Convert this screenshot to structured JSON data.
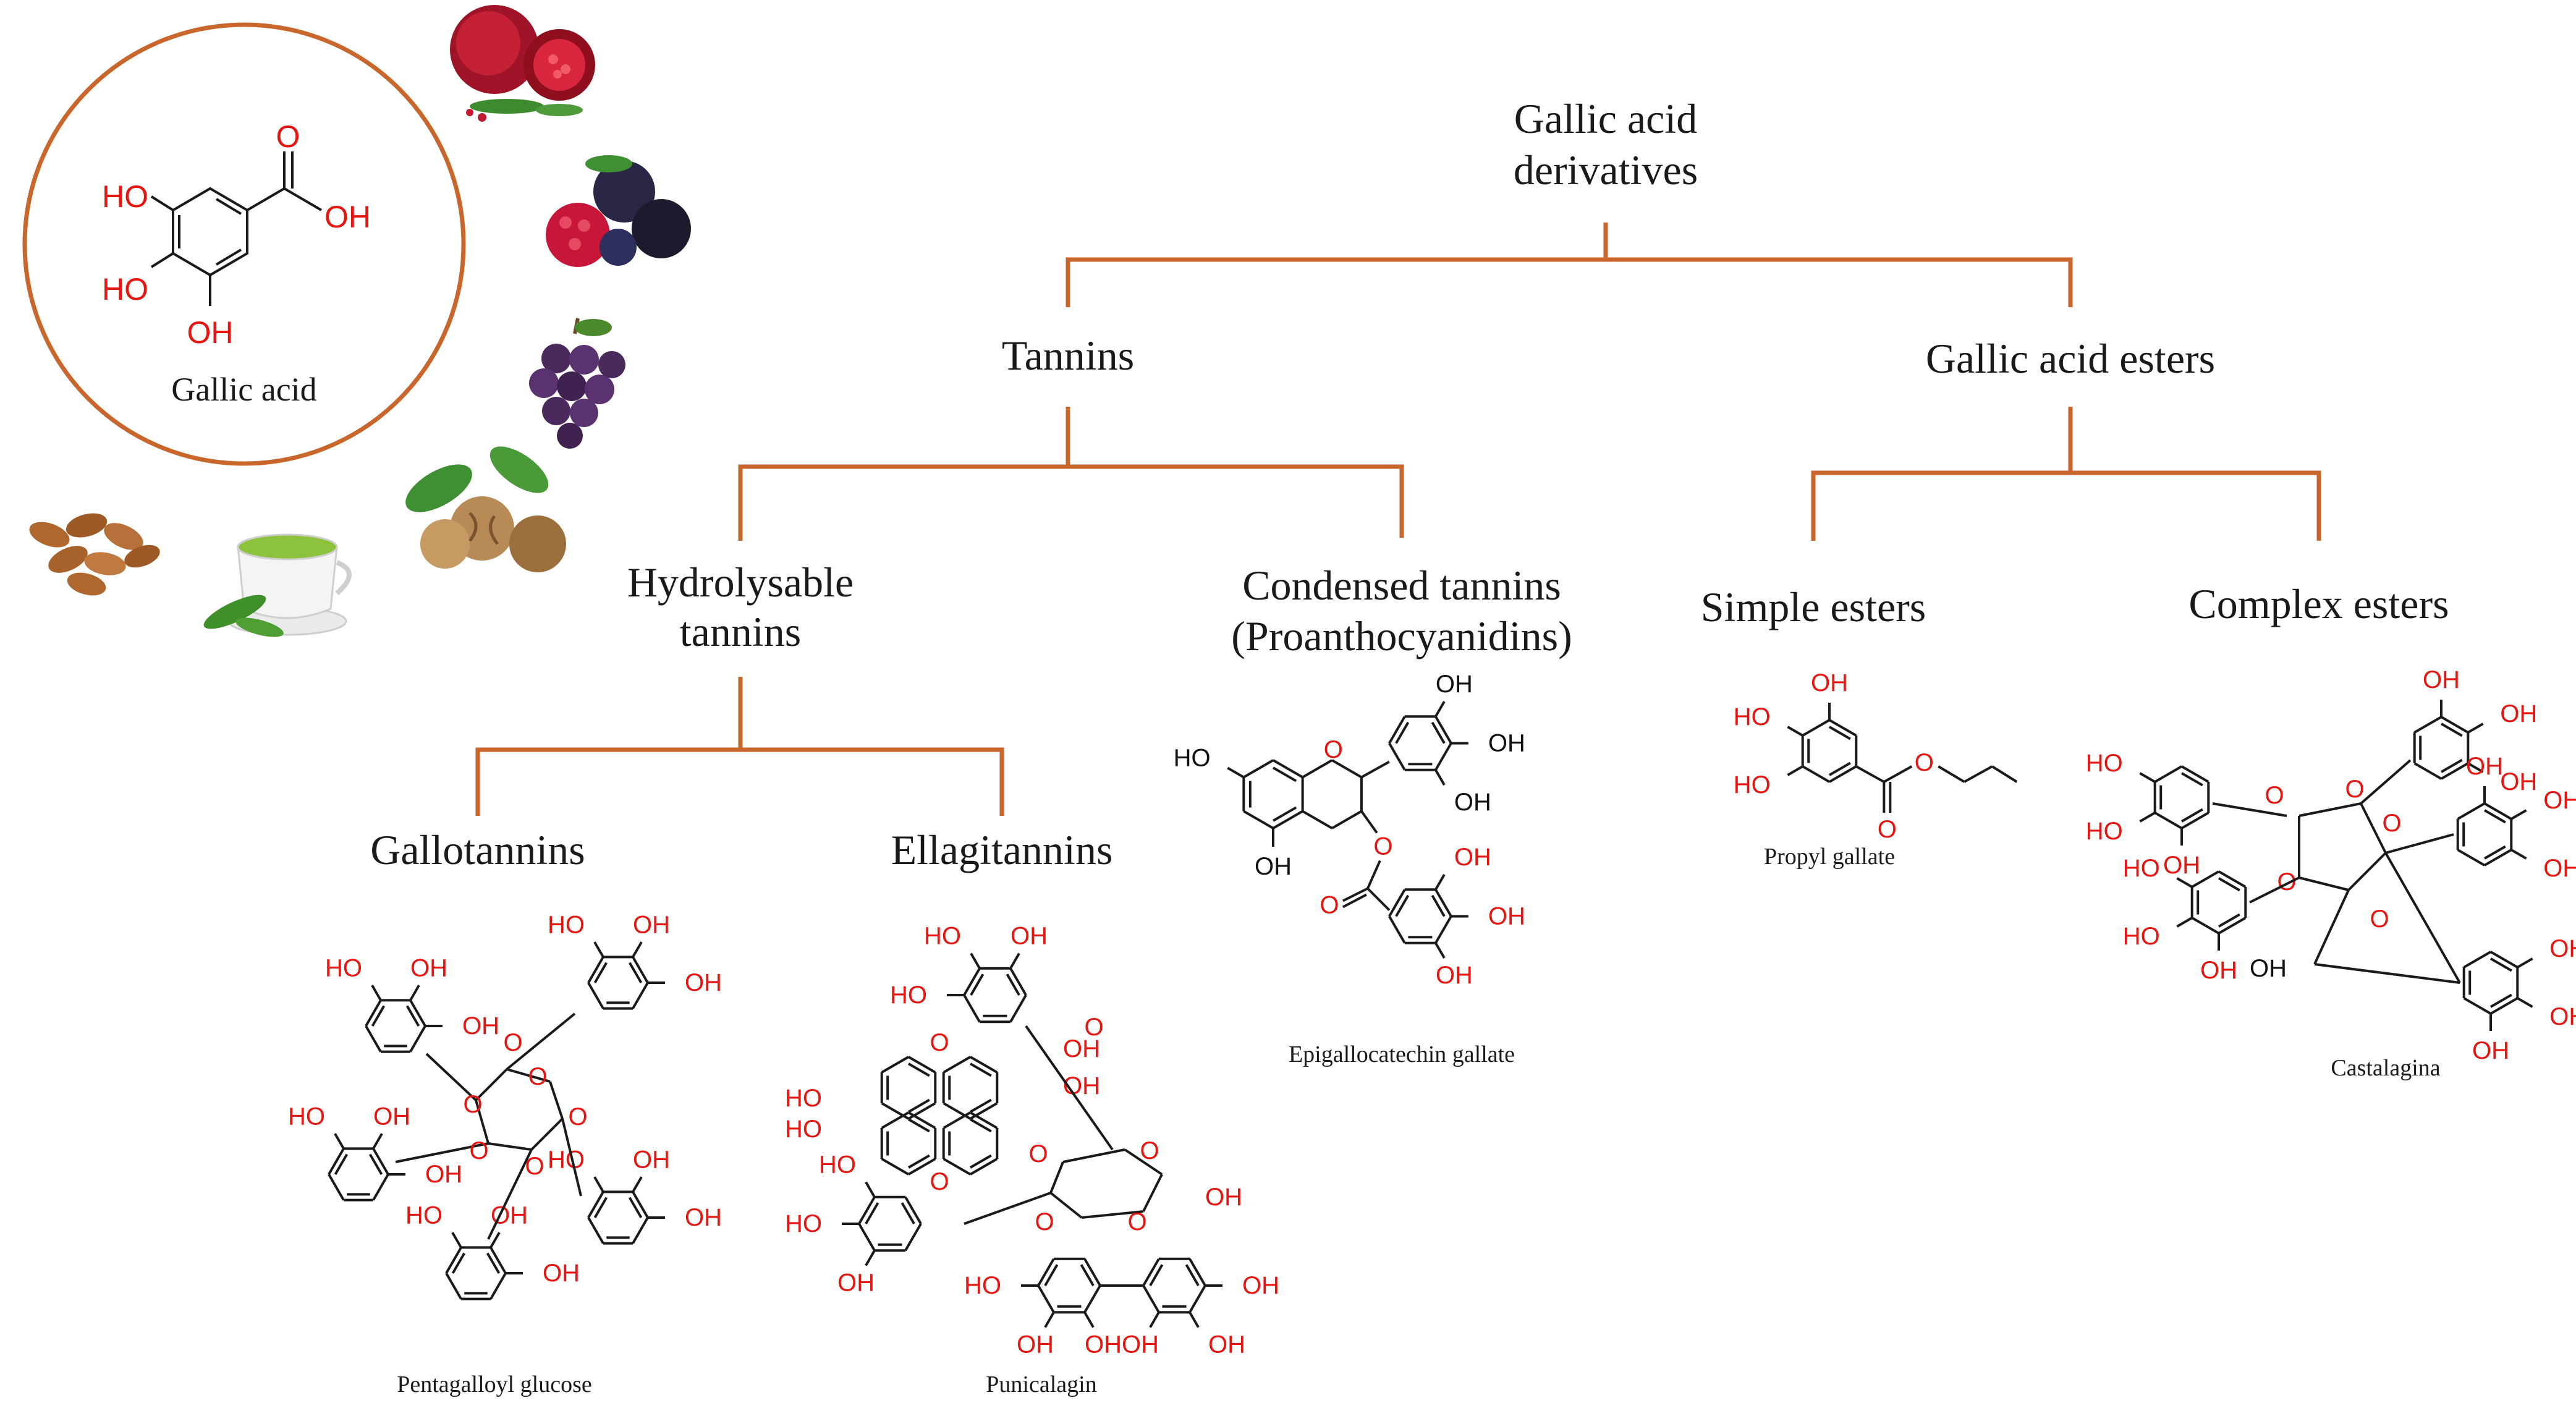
{
  "colors": {
    "tree": "#c9662c",
    "heteroatom": "#e8140f",
    "bond": "#1a1a1a"
  },
  "gallic_acid": {
    "name": "Gallic acid",
    "labels": {
      "oh_top_left": "HO",
      "oh_mid_left": "HO",
      "oh_bottom": "OH",
      "carbonyl_o": "O",
      "acid_oh": "OH"
    }
  },
  "food_sources": [
    "pomegranate-icon",
    "berries-icon",
    "grapes-icon",
    "walnut-icon",
    "almonds-icon",
    "green-tea-icon"
  ],
  "tree": {
    "root": {
      "line1": "Gallic acid",
      "line2": "derivatives"
    },
    "tannins": "Tannins",
    "esters": "Gallic acid esters",
    "hydrolysable": {
      "line1": "Hydrolysable",
      "line2": "tannins"
    },
    "condensed": {
      "line1": "Condensed tannins",
      "line2": "(Proanthocyanidins)"
    },
    "simple_esters": "Simple esters",
    "complex_esters": "Complex esters",
    "gallotannins": "Gallotannins",
    "ellagitannins": "Ellagitannins"
  },
  "compounds": {
    "pentagalloyl": "Pentagalloyl glucose",
    "punicalagin": "Punicalagin",
    "egcg": "Epigallocatechin gallate",
    "propyl_gallate": "Propyl gallate",
    "castalagina": "Castalagina"
  },
  "atoms": {
    "oh": "OH",
    "ho": "HO",
    "o": "O"
  }
}
